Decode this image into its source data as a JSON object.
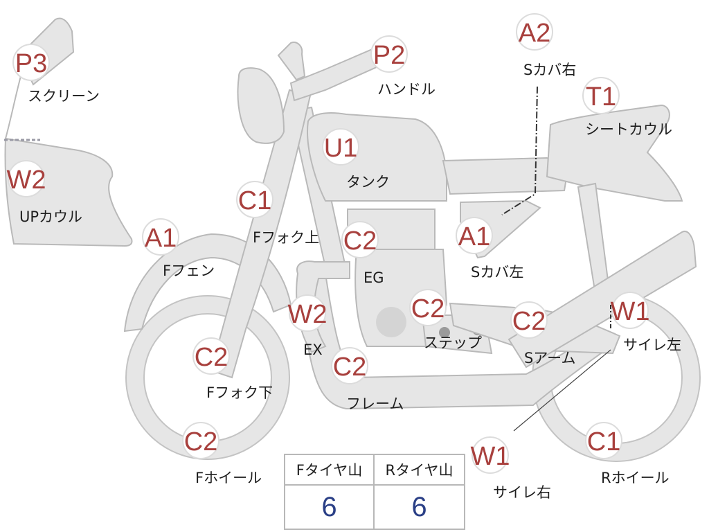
{
  "badge_color": "#a8403d",
  "label_color": "#1e1e1e",
  "value_color": "#2a3f86",
  "parts": [
    {
      "id": "screen",
      "code": "P3",
      "label": "スクリーン"
    },
    {
      "id": "up-cowl",
      "code": "W2",
      "label": "UPカウル"
    },
    {
      "id": "handle",
      "code": "P2",
      "label": "ハンドル"
    },
    {
      "id": "s-cover-r",
      "code": "A2",
      "label": "Sカバ右"
    },
    {
      "id": "seat-cowl",
      "code": "T1",
      "label": "シートカウル"
    },
    {
      "id": "tank",
      "code": "U1",
      "label": "タンク"
    },
    {
      "id": "f-fork-up",
      "code": "C1",
      "label": "Fフォク上"
    },
    {
      "id": "f-fender",
      "code": "A1",
      "label": "Fフェン"
    },
    {
      "id": "engine",
      "code": "C2",
      "label": "EG"
    },
    {
      "id": "s-cover-l",
      "code": "A1",
      "label": "Sカバ左"
    },
    {
      "id": "step",
      "code": "C2",
      "label": "ステップ"
    },
    {
      "id": "exhaust",
      "code": "W2",
      "label": "EX"
    },
    {
      "id": "s-arm",
      "code": "C2",
      "label": "Sアーム"
    },
    {
      "id": "muffler-l",
      "code": "W1",
      "label": "サイレ左"
    },
    {
      "id": "f-fork-down",
      "code": "C2",
      "label": "Fフォク下"
    },
    {
      "id": "frame",
      "code": "C2",
      "label": "フレーム"
    },
    {
      "id": "f-wheel",
      "code": "C2",
      "label": "Fホイール"
    },
    {
      "id": "muffler-r",
      "code": "W1",
      "label": "サイレ右"
    },
    {
      "id": "r-wheel",
      "code": "C1",
      "label": "Rホイール"
    }
  ],
  "tire_table": {
    "headers": [
      "Fタイヤ山",
      "Rタイヤ山"
    ],
    "values": [
      "6",
      "6"
    ]
  }
}
